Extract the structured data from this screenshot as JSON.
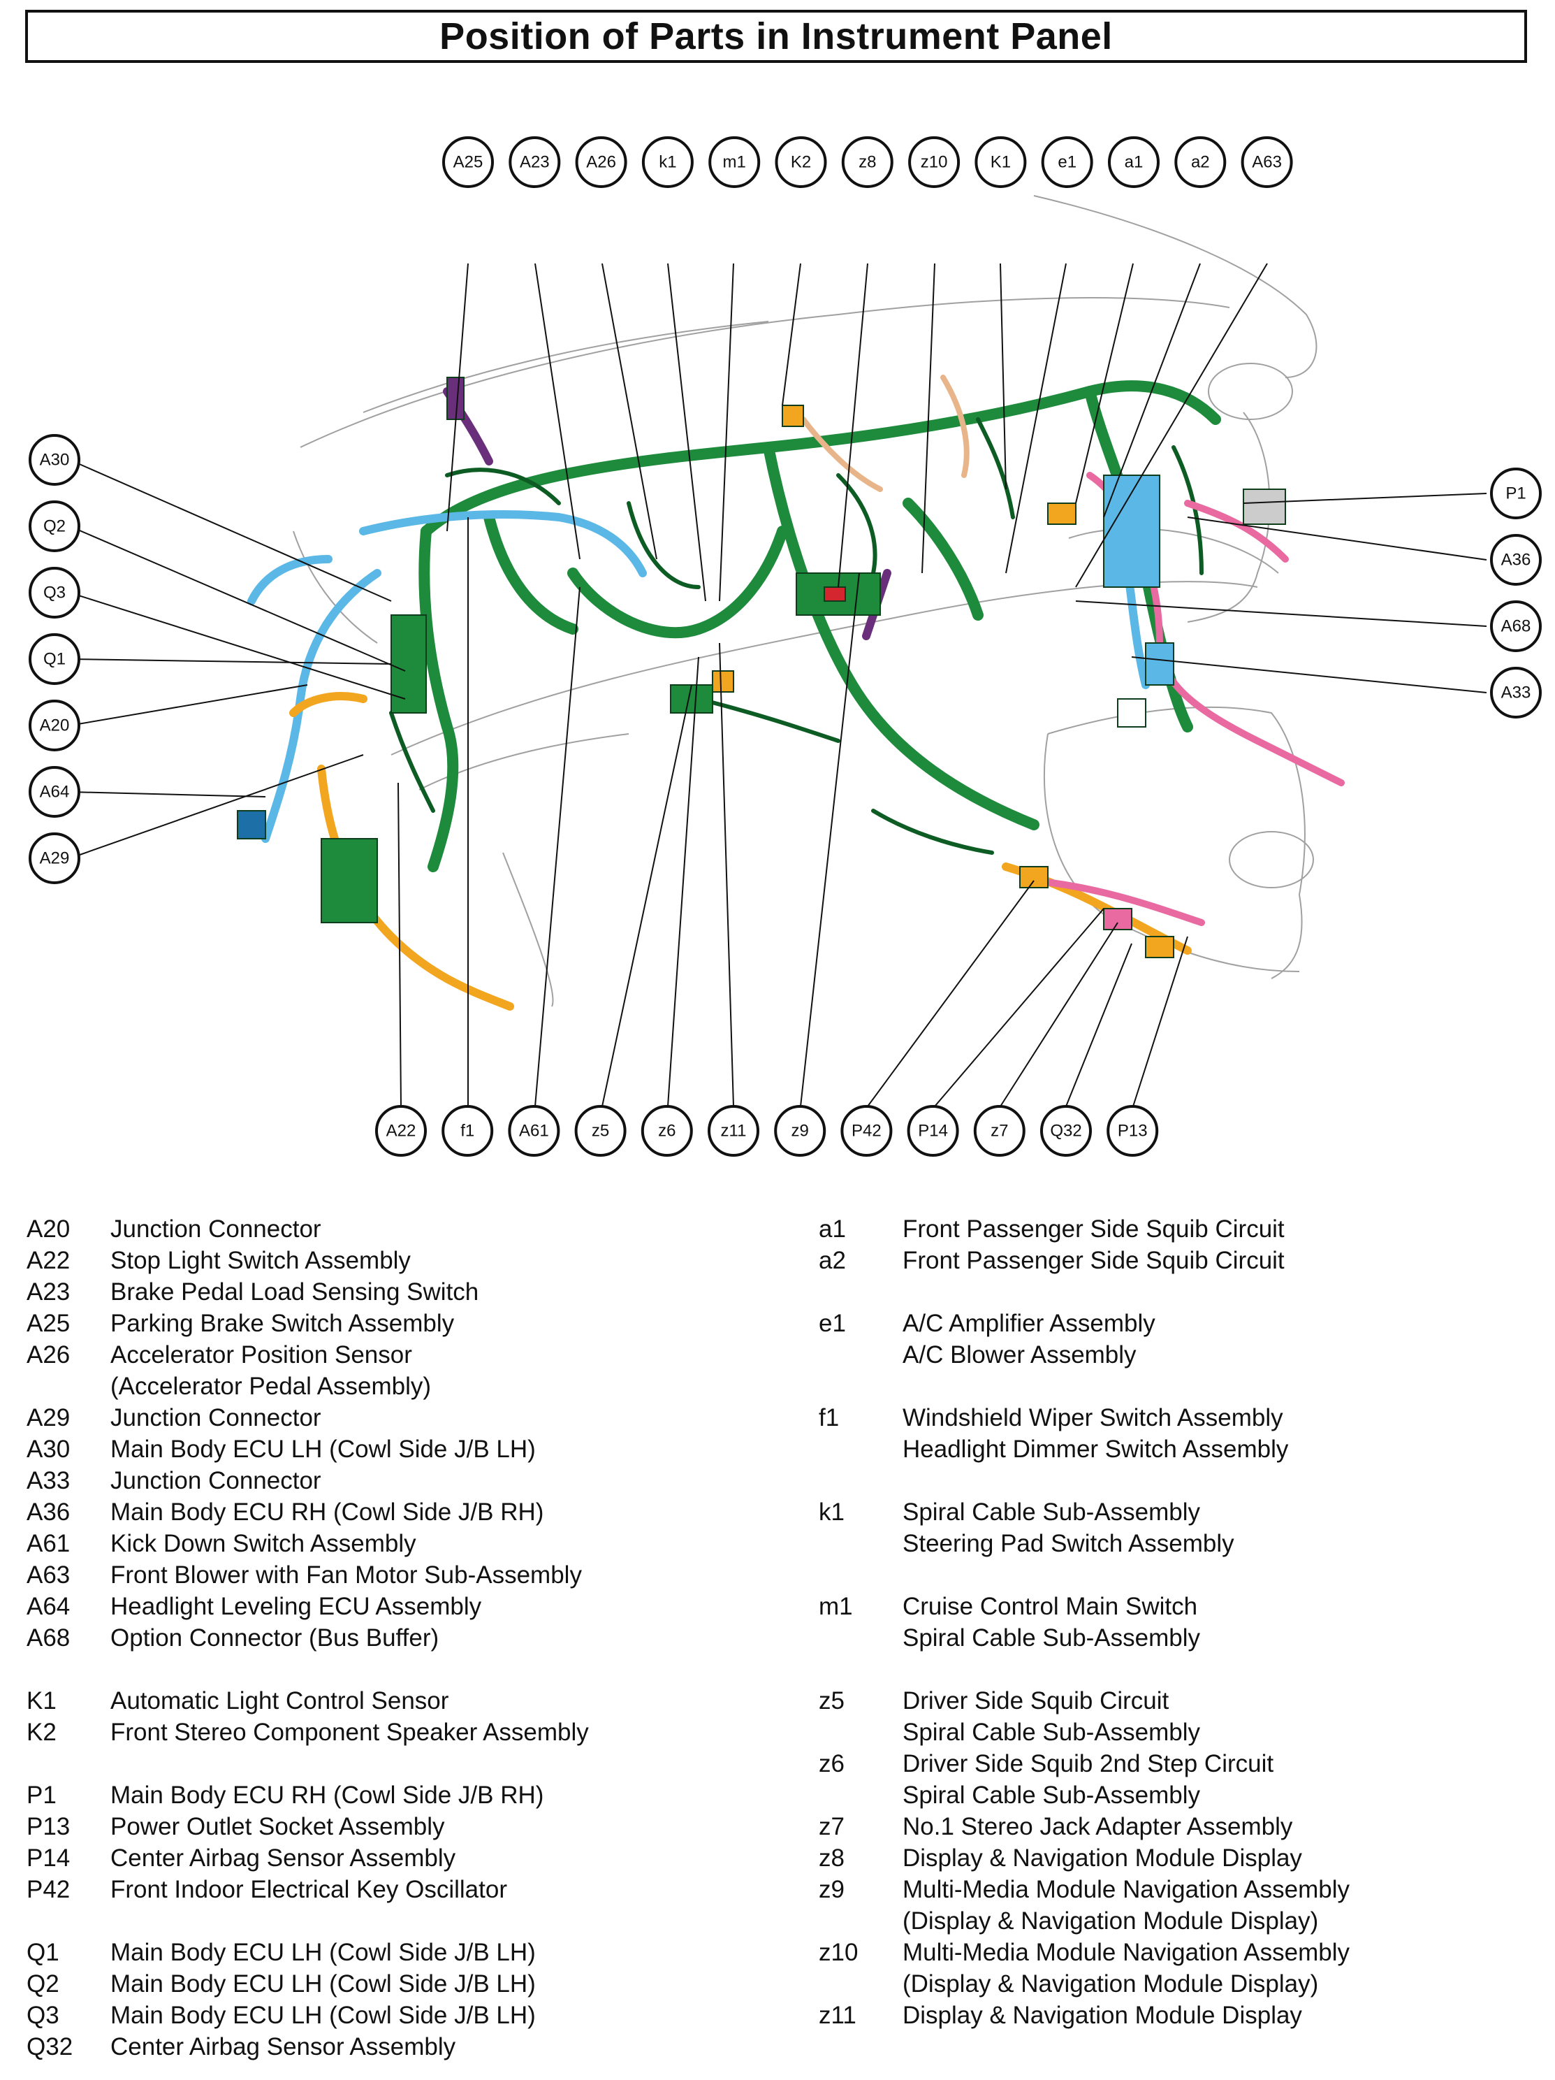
{
  "title": "Position of Parts in Instrument Panel",
  "callouts": {
    "top": [
      "A25",
      "A23",
      "A26",
      "k1",
      "m1",
      "K2",
      "z8",
      "z10",
      "K1",
      "e1",
      "a1",
      "a2",
      "A63"
    ],
    "left": [
      "A30",
      "Q2",
      "Q3",
      "Q1",
      "A20",
      "A64",
      "A29"
    ],
    "right": [
      "P1",
      "A36",
      "A68",
      "A33"
    ],
    "bottom": [
      "A22",
      "f1",
      "A61",
      "z5",
      "z6",
      "z11",
      "z9",
      "P42",
      "P14",
      "z7",
      "Q32",
      "P13"
    ]
  },
  "colors": {
    "harness_green": "#1e8a3c",
    "harness_green_dark": "#0d5c24",
    "harness_blue": "#5bb8e6",
    "harness_blue_dark": "#1d6fa8",
    "harness_orange": "#f2a61f",
    "harness_pink": "#e86aa0",
    "harness_purple": "#6a2f7a",
    "harness_tan": "#e8b48a",
    "panel_outline": "#9a9a9a",
    "leader_line": "#111111"
  },
  "legend_left": [
    {
      "code": "A20",
      "desc": "Junction Connector"
    },
    {
      "code": "A22",
      "desc": "Stop Light Switch Assembly"
    },
    {
      "code": "A23",
      "desc": "Brake Pedal Load Sensing Switch"
    },
    {
      "code": "A25",
      "desc": "Parking Brake Switch Assembly"
    },
    {
      "code": "A26",
      "desc": "Accelerator Position Sensor"
    },
    {
      "code": "",
      "desc": "(Accelerator Pedal Assembly)"
    },
    {
      "code": "A29",
      "desc": "Junction Connector"
    },
    {
      "code": "A30",
      "desc": "Main Body ECU LH (Cowl Side J/B LH)"
    },
    {
      "code": "A33",
      "desc": "Junction Connector"
    },
    {
      "code": "A36",
      "desc": "Main Body ECU RH (Cowl Side J/B RH)"
    },
    {
      "code": "A61",
      "desc": "Kick Down Switch Assembly"
    },
    {
      "code": "A63",
      "desc": "Front Blower with Fan Motor Sub-Assembly"
    },
    {
      "code": "A64",
      "desc": "Headlight Leveling ECU Assembly"
    },
    {
      "code": "A68",
      "desc": "Option Connector (Bus Buffer)"
    },
    {
      "code": "",
      "desc": ""
    },
    {
      "code": "K1",
      "desc": "Automatic Light Control Sensor"
    },
    {
      "code": "K2",
      "desc": "Front Stereo Component Speaker Assembly"
    },
    {
      "code": "",
      "desc": ""
    },
    {
      "code": "P1",
      "desc": "Main Body ECU RH (Cowl Side J/B RH)"
    },
    {
      "code": "P13",
      "desc": "Power Outlet Socket Assembly"
    },
    {
      "code": "P14",
      "desc": "Center Airbag Sensor Assembly"
    },
    {
      "code": "P42",
      "desc": "Front Indoor Electrical Key Oscillator"
    },
    {
      "code": "",
      "desc": ""
    },
    {
      "code": "Q1",
      "desc": "Main Body ECU LH (Cowl Side J/B LH)"
    },
    {
      "code": "Q2",
      "desc": "Main Body ECU LH (Cowl Side J/B LH)"
    },
    {
      "code": "Q3",
      "desc": "Main Body ECU LH (Cowl Side J/B LH)"
    },
    {
      "code": "Q32",
      "desc": "Center Airbag Sensor Assembly"
    }
  ],
  "legend_right": [
    {
      "code": "a1",
      "desc": "Front Passenger Side Squib Circuit"
    },
    {
      "code": "a2",
      "desc": "Front Passenger Side Squib Circuit"
    },
    {
      "code": "",
      "desc": ""
    },
    {
      "code": "e1",
      "desc": "A/C Amplifier Assembly"
    },
    {
      "code": "",
      "desc": "A/C Blower Assembly"
    },
    {
      "code": "",
      "desc": ""
    },
    {
      "code": "f1",
      "desc": "Windshield Wiper Switch Assembly"
    },
    {
      "code": "",
      "desc": "Headlight Dimmer Switch Assembly"
    },
    {
      "code": "",
      "desc": ""
    },
    {
      "code": "k1",
      "desc": "Spiral Cable Sub-Assembly"
    },
    {
      "code": "",
      "desc": "Steering Pad Switch Assembly"
    },
    {
      "code": "",
      "desc": ""
    },
    {
      "code": "m1",
      "desc": "Cruise Control Main Switch"
    },
    {
      "code": "",
      "desc": "Spiral Cable Sub-Assembly"
    },
    {
      "code": "",
      "desc": ""
    },
    {
      "code": "z5",
      "desc": "Driver Side Squib Circuit"
    },
    {
      "code": "",
      "desc": "Spiral Cable Sub-Assembly"
    },
    {
      "code": "z6",
      "desc": "Driver Side Squib 2nd Step Circuit"
    },
    {
      "code": "",
      "desc": "Spiral Cable Sub-Assembly"
    },
    {
      "code": "z7",
      "desc": "No.1 Stereo Jack Adapter Assembly"
    },
    {
      "code": "z8",
      "desc": "Display & Navigation Module Display"
    },
    {
      "code": "z9",
      "desc": "Multi-Media Module Navigation Assembly"
    },
    {
      "code": "",
      "desc": "(Display & Navigation Module Display)"
    },
    {
      "code": "z10",
      "desc": "Multi-Media Module Navigation Assembly"
    },
    {
      "code": "",
      "desc": "(Display & Navigation Module Display)"
    },
    {
      "code": "z11",
      "desc": "Display & Navigation Module Display"
    }
  ]
}
